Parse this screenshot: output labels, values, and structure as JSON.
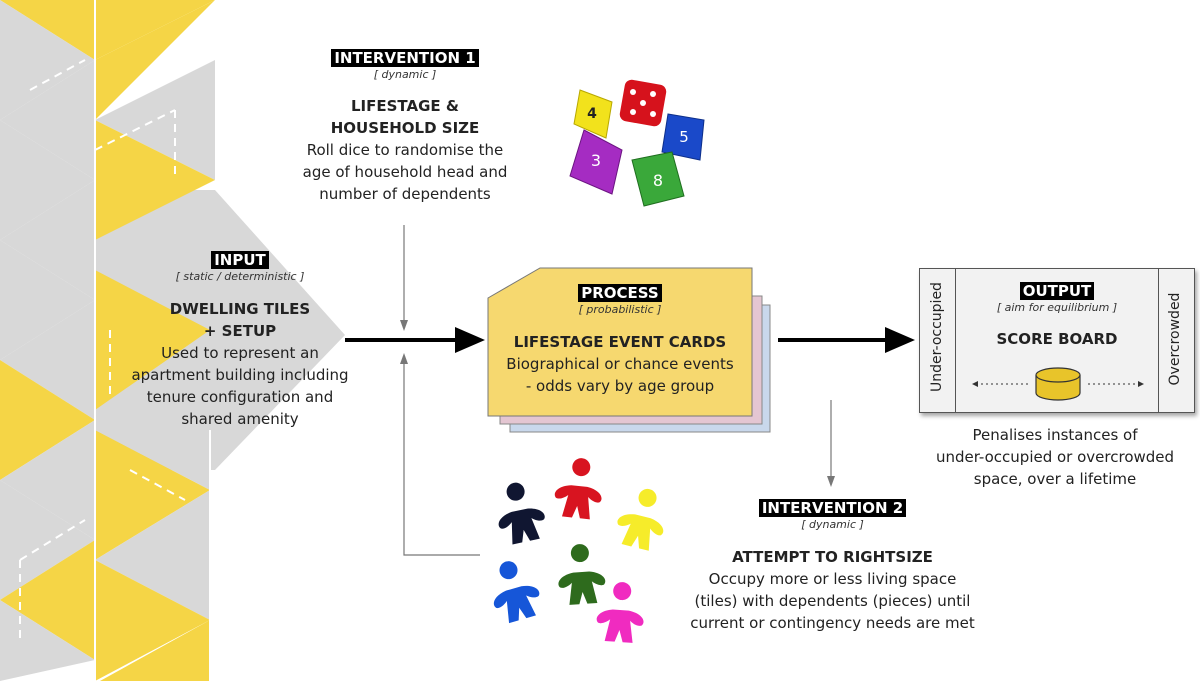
{
  "input": {
    "tag": "INPUT",
    "subtitle": "[ static / deterministic ]",
    "heading_line1": "DWELLING TILES",
    "heading_line2": "+ SETUP",
    "body": [
      "Used to represent an",
      "apartment building including",
      "tenure configuration and",
      "shared amenity"
    ]
  },
  "intervention1": {
    "tag": "INTERVENTION 1",
    "subtitle": "[ dynamic ]",
    "heading_line1": "LIFESTAGE &",
    "heading_line2": "HOUSEHOLD SIZE",
    "body": [
      "Roll dice to randomise the",
      "age of household head and",
      "number of dependents"
    ]
  },
  "process": {
    "tag": "PROCESS",
    "subtitle": "[ probabilistic ]",
    "heading": "LIFESTAGE EVENT CARDS",
    "body": [
      "Biographical or chance events",
      "- odds vary by age group"
    ]
  },
  "output": {
    "tag": "OUTPUT",
    "subtitle": "[ aim for equilibrium ]",
    "heading": "SCORE BOARD",
    "left_label": "Under-occupied",
    "right_label": "Overcrowded",
    "body": [
      "Penalises instances of",
      "under-occupied or overcrowded",
      "space, over a lifetime"
    ]
  },
  "intervention2": {
    "tag": "INTERVENTION 2",
    "subtitle": "[ dynamic ]",
    "heading": "ATTEMPT TO RIGHTSIZE",
    "body": [
      "Occupy more or less living space",
      "(tiles) with dependents (pieces) until",
      "current or contingency needs are met"
    ]
  },
  "dice": [
    {
      "label": "4",
      "color": "#f2e21c"
    },
    {
      "label": "•",
      "color": "#d6121c"
    },
    {
      "label": "5",
      "color": "#1a49c9"
    },
    {
      "label": "3",
      "color": "#a52cc2"
    },
    {
      "label": "8",
      "color": "#3aa83a"
    }
  ],
  "meeples": [
    {
      "color": "#101631"
    },
    {
      "color": "#d81420"
    },
    {
      "color": "#f6ec2a"
    },
    {
      "color": "#1656d8"
    },
    {
      "color": "#2e6b1d"
    },
    {
      "color": "#f02bc0"
    }
  ],
  "colors": {
    "tile_yellow": "#f5d546",
    "tile_grey": "#d8d8d8",
    "card_yellow": "#f6d86f",
    "card_pink": "#e4c6d2",
    "card_blue": "#c9d8ec",
    "token_gold": "#e8c42a"
  }
}
